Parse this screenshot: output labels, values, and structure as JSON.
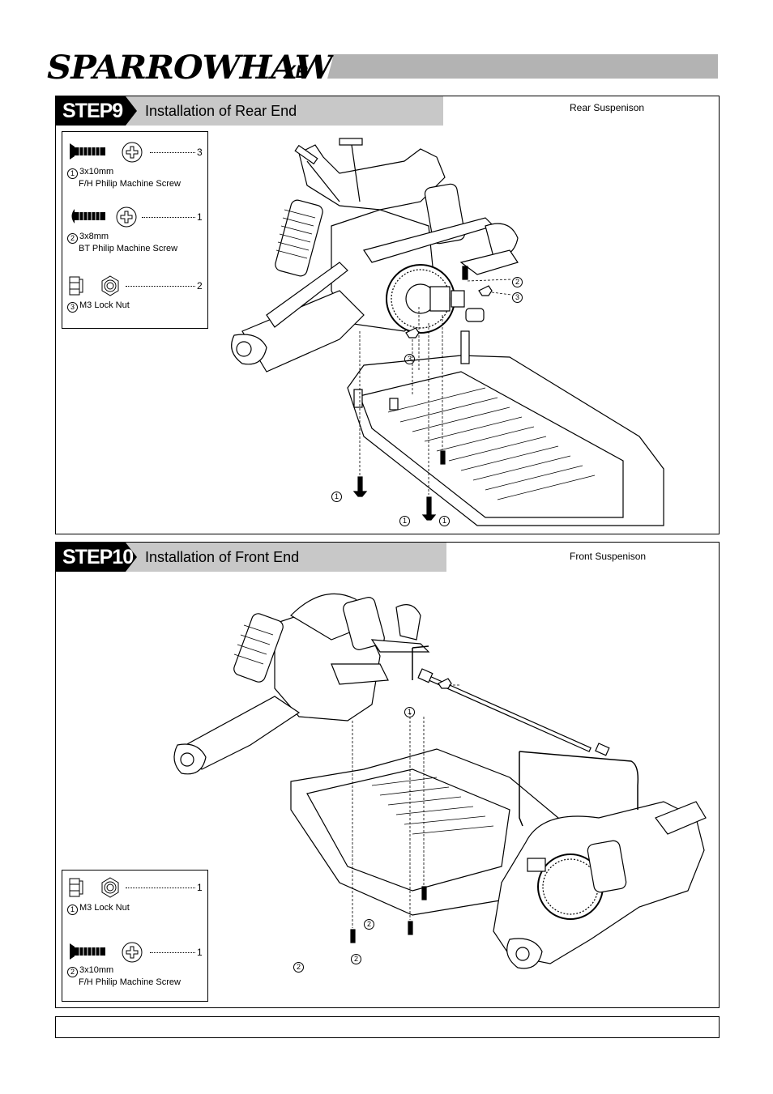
{
  "logo": {
    "name": "SPARROWHAWK",
    "suffix": "XB"
  },
  "step9": {
    "tab": "STEP9",
    "title": "Installation of Rear End",
    "label": "Rear Suspenison",
    "parts": [
      {
        "num": "1",
        "qty": "3",
        "lines": [
          "3x10mm",
          "F/H Philip Machine Screw"
        ]
      },
      {
        "num": "2",
        "qty": "1",
        "lines": [
          "3x8mm",
          "BT Philip Machine Screw"
        ]
      },
      {
        "num": "3",
        "qty": "2",
        "lines": [
          "M3 Lock Nut"
        ]
      }
    ],
    "callouts": [
      "2",
      "3",
      "3",
      "1",
      "1",
      "1"
    ]
  },
  "step10": {
    "tab": "STEP10",
    "title": "Installation of Front End",
    "label": "Front Suspenison",
    "parts": [
      {
        "num": "1",
        "qty": "1",
        "lines": [
          "M3 Lock Nut"
        ]
      },
      {
        "num": "2",
        "qty": "1",
        "lines": [
          "3x10mm",
          "F/H Philip Machine Screw"
        ]
      }
    ],
    "callouts": [
      "1",
      "2",
      "2",
      "2"
    ]
  }
}
